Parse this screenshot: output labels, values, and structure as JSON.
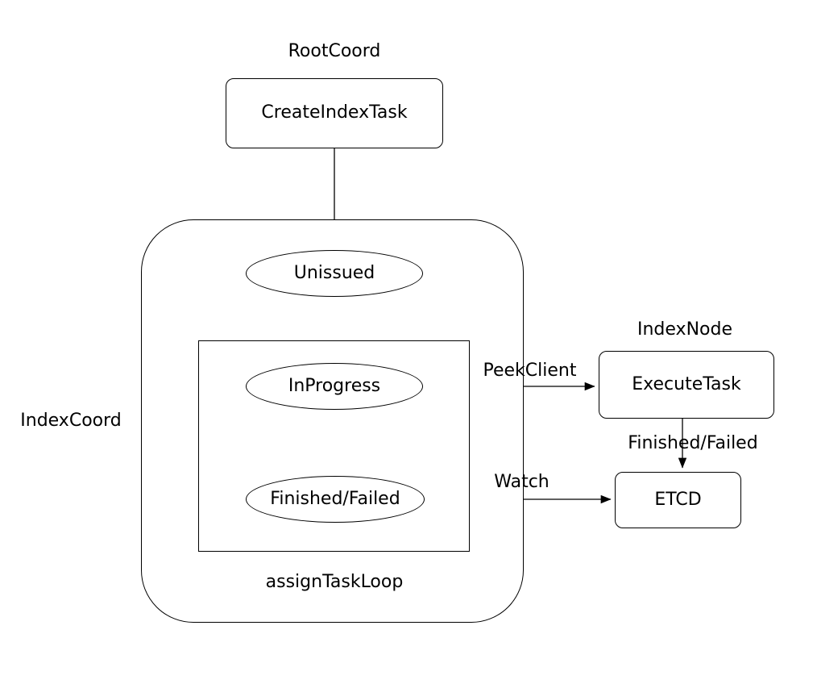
{
  "diagram": {
    "labels": {
      "root_coord": "RootCoord",
      "index_coord": "IndexCoord",
      "index_node": "IndexNode",
      "assign_task_loop": "assignTaskLoop"
    },
    "nodes": {
      "create_index_task": "CreateIndexTask",
      "unissued": "Unissued",
      "in_progress": "InProgress",
      "finished_failed": "Finished/Failed",
      "execute_task": "ExecuteTask",
      "etcd": "ETCD"
    },
    "edges": {
      "peek_client": "PeekClient",
      "finished_failed": "Finished/Failed",
      "watch": "Watch"
    },
    "colors": {
      "stroke": "#000000",
      "background": "#ffffff",
      "text": "#000000"
    }
  }
}
